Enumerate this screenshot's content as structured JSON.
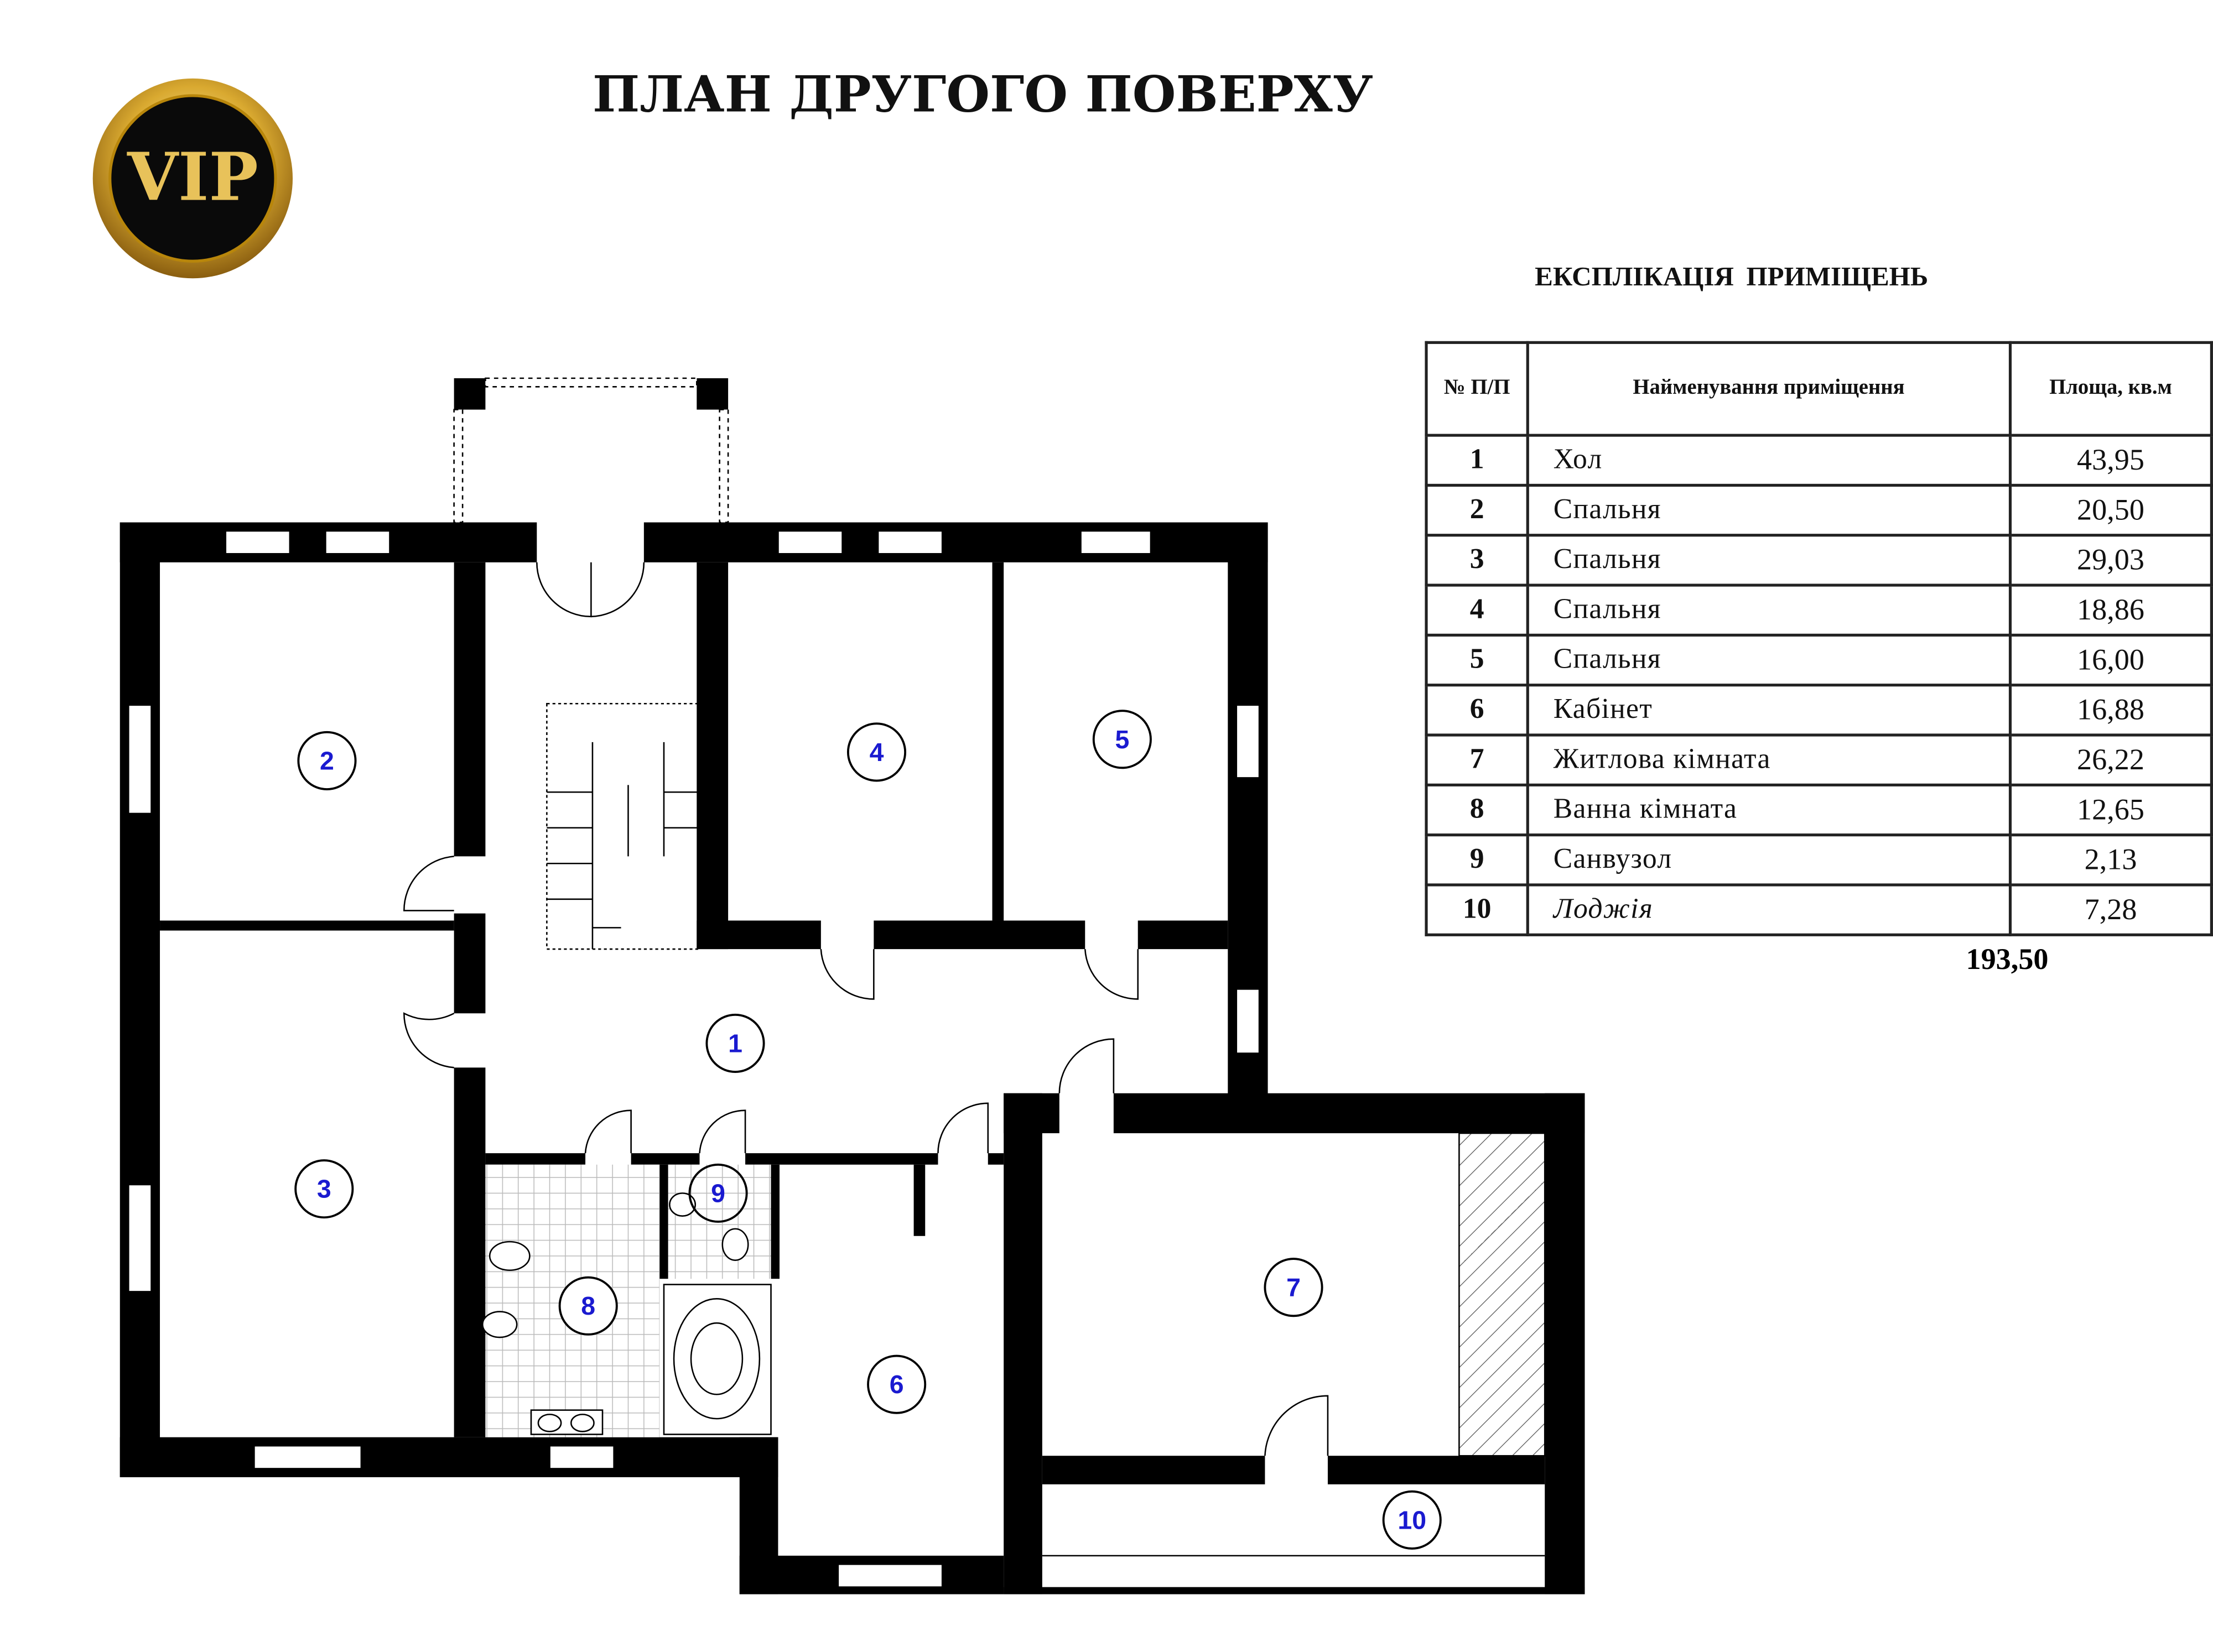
{
  "title": "ПЛАН ДРУГОГО ПОВЕРХУ",
  "logo_text": "VIP",
  "table": {
    "title": "ЕКСПЛІКАЦІЯ  ПРИМІЩЕНЬ",
    "headers": {
      "num": "№ П/П",
      "name": "Найменування приміщення",
      "area": "Площа, кв.м"
    },
    "rows": [
      {
        "num": "1",
        "name": "Хол",
        "area": "43,95"
      },
      {
        "num": "2",
        "name": "Спальня",
        "area": "20,50"
      },
      {
        "num": "3",
        "name": "Спальня",
        "area": "29,03"
      },
      {
        "num": "4",
        "name": "Спальня",
        "area": "18,86"
      },
      {
        "num": "5",
        "name": "Спальня",
        "area": "16,00"
      },
      {
        "num": "6",
        "name": "Кабінет",
        "area": "16,88"
      },
      {
        "num": "7",
        "name": "Житлова кімната",
        "area": "26,22"
      },
      {
        "num": "8",
        "name": "Ванна кімната",
        "area": "12,65"
      },
      {
        "num": "9",
        "name": "Санвузол",
        "area": "2,13"
      },
      {
        "num": "10",
        "name": "Лоджія",
        "area": "7,28"
      }
    ],
    "total": "193,50"
  },
  "room_labels": [
    "1",
    "2",
    "3",
    "4",
    "5",
    "6",
    "7",
    "8",
    "9",
    "10"
  ],
  "colors": {
    "wall": "#000000",
    "label": "#1a1ad0",
    "gold": "#e8c25a"
  }
}
